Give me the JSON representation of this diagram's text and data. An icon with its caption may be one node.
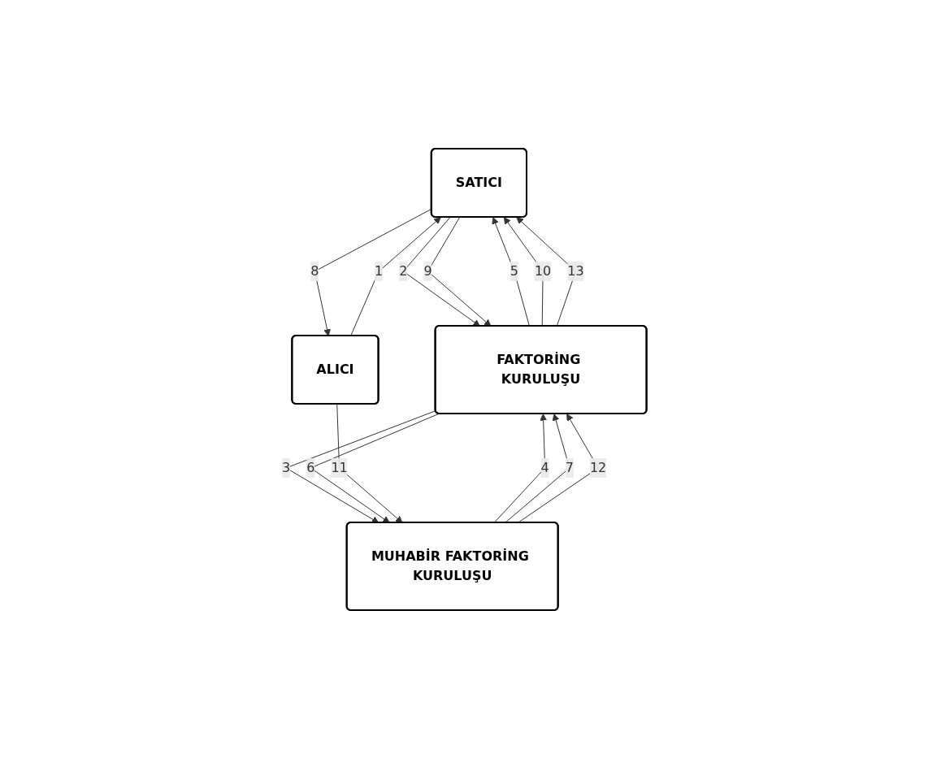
{
  "diagram": {
    "nodes": [
      {
        "text": [
          "SATICI"
        ]
      },
      {
        "text": [
          "ALICI"
        ]
      },
      {
        "text": [
          "FAKTORİNG KURULUŞU"
        ]
      },
      {
        "text": [
          "MUHABİR FAKTORİNG KURULUŞU"
        ]
      }
    ],
    "edges": [
      {
        "from": 1,
        "to": 0,
        "arrow": "to",
        "label": "1"
      },
      {
        "from": 0,
        "to": 2,
        "arrow": "to",
        "label": "2"
      },
      {
        "from": 2,
        "to": 3,
        "arrow": "to",
        "label": "3"
      },
      {
        "from": 3,
        "to": 2,
        "arrow": "to",
        "label": "4"
      },
      {
        "from": 2,
        "to": 0,
        "arrow": "to",
        "label": "5"
      },
      {
        "from": 2,
        "to": 3,
        "arrow": "to",
        "label": "6"
      },
      {
        "from": 3,
        "to": 2,
        "arrow": "to",
        "label": "7"
      },
      {
        "from": 0,
        "to": 1,
        "arrow": "to",
        "label": "8"
      },
      {
        "from": 0,
        "to": 2,
        "arrow": "to",
        "label": "9"
      },
      {
        "from": 2,
        "to": 0,
        "arrow": "to",
        "label": "10"
      },
      {
        "from": 1,
        "to": 3,
        "arrow": "to",
        "label": "11"
      },
      {
        "from": 3,
        "to": 2,
        "arrow": "to",
        "label": "12"
      },
      {
        "from": 2,
        "to": 0,
        "arrow": "to",
        "label": "13"
      }
    ]
  }
}
